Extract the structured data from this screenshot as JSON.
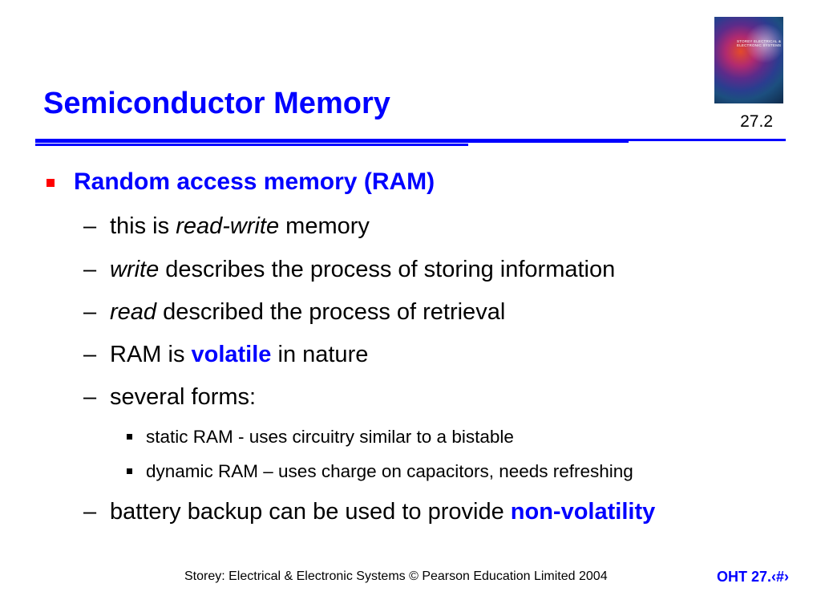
{
  "slide": {
    "title": "Semiconductor Memory",
    "page_number": "27.2",
    "book_cover_text": "Storey Electrical & Electronic Systems",
    "bullets": [
      {
        "label": "Random access memory (RAM)",
        "subitems": [
          {
            "parts": [
              "this is ",
              "read-write",
              " memory"
            ]
          },
          {
            "parts": [
              "write",
              " describes the process of storing information"
            ]
          },
          {
            "parts": [
              "read",
              " described the process of retrieval"
            ]
          },
          {
            "parts": [
              "RAM is ",
              "volatile",
              " in nature"
            ]
          },
          {
            "parts": [
              "several forms:"
            ],
            "children": [
              "static RAM - uses circuitry similar to a bistable",
              "dynamic RAM – uses charge on capacitors, needs refreshing"
            ]
          },
          {
            "parts": [
              "battery backup can be used to provide ",
              "non-volatility"
            ]
          }
        ]
      }
    ],
    "dash": "–",
    "footer": "Storey: Electrical & Electronic Systems © Pearson Education Limited 2004",
    "footer_right": "OHT 27.‹#›",
    "colors": {
      "title": "#0000ff",
      "emphasis": "#0000ff",
      "bullet_level1": "#ff0000",
      "rule": "#0000ff"
    }
  }
}
